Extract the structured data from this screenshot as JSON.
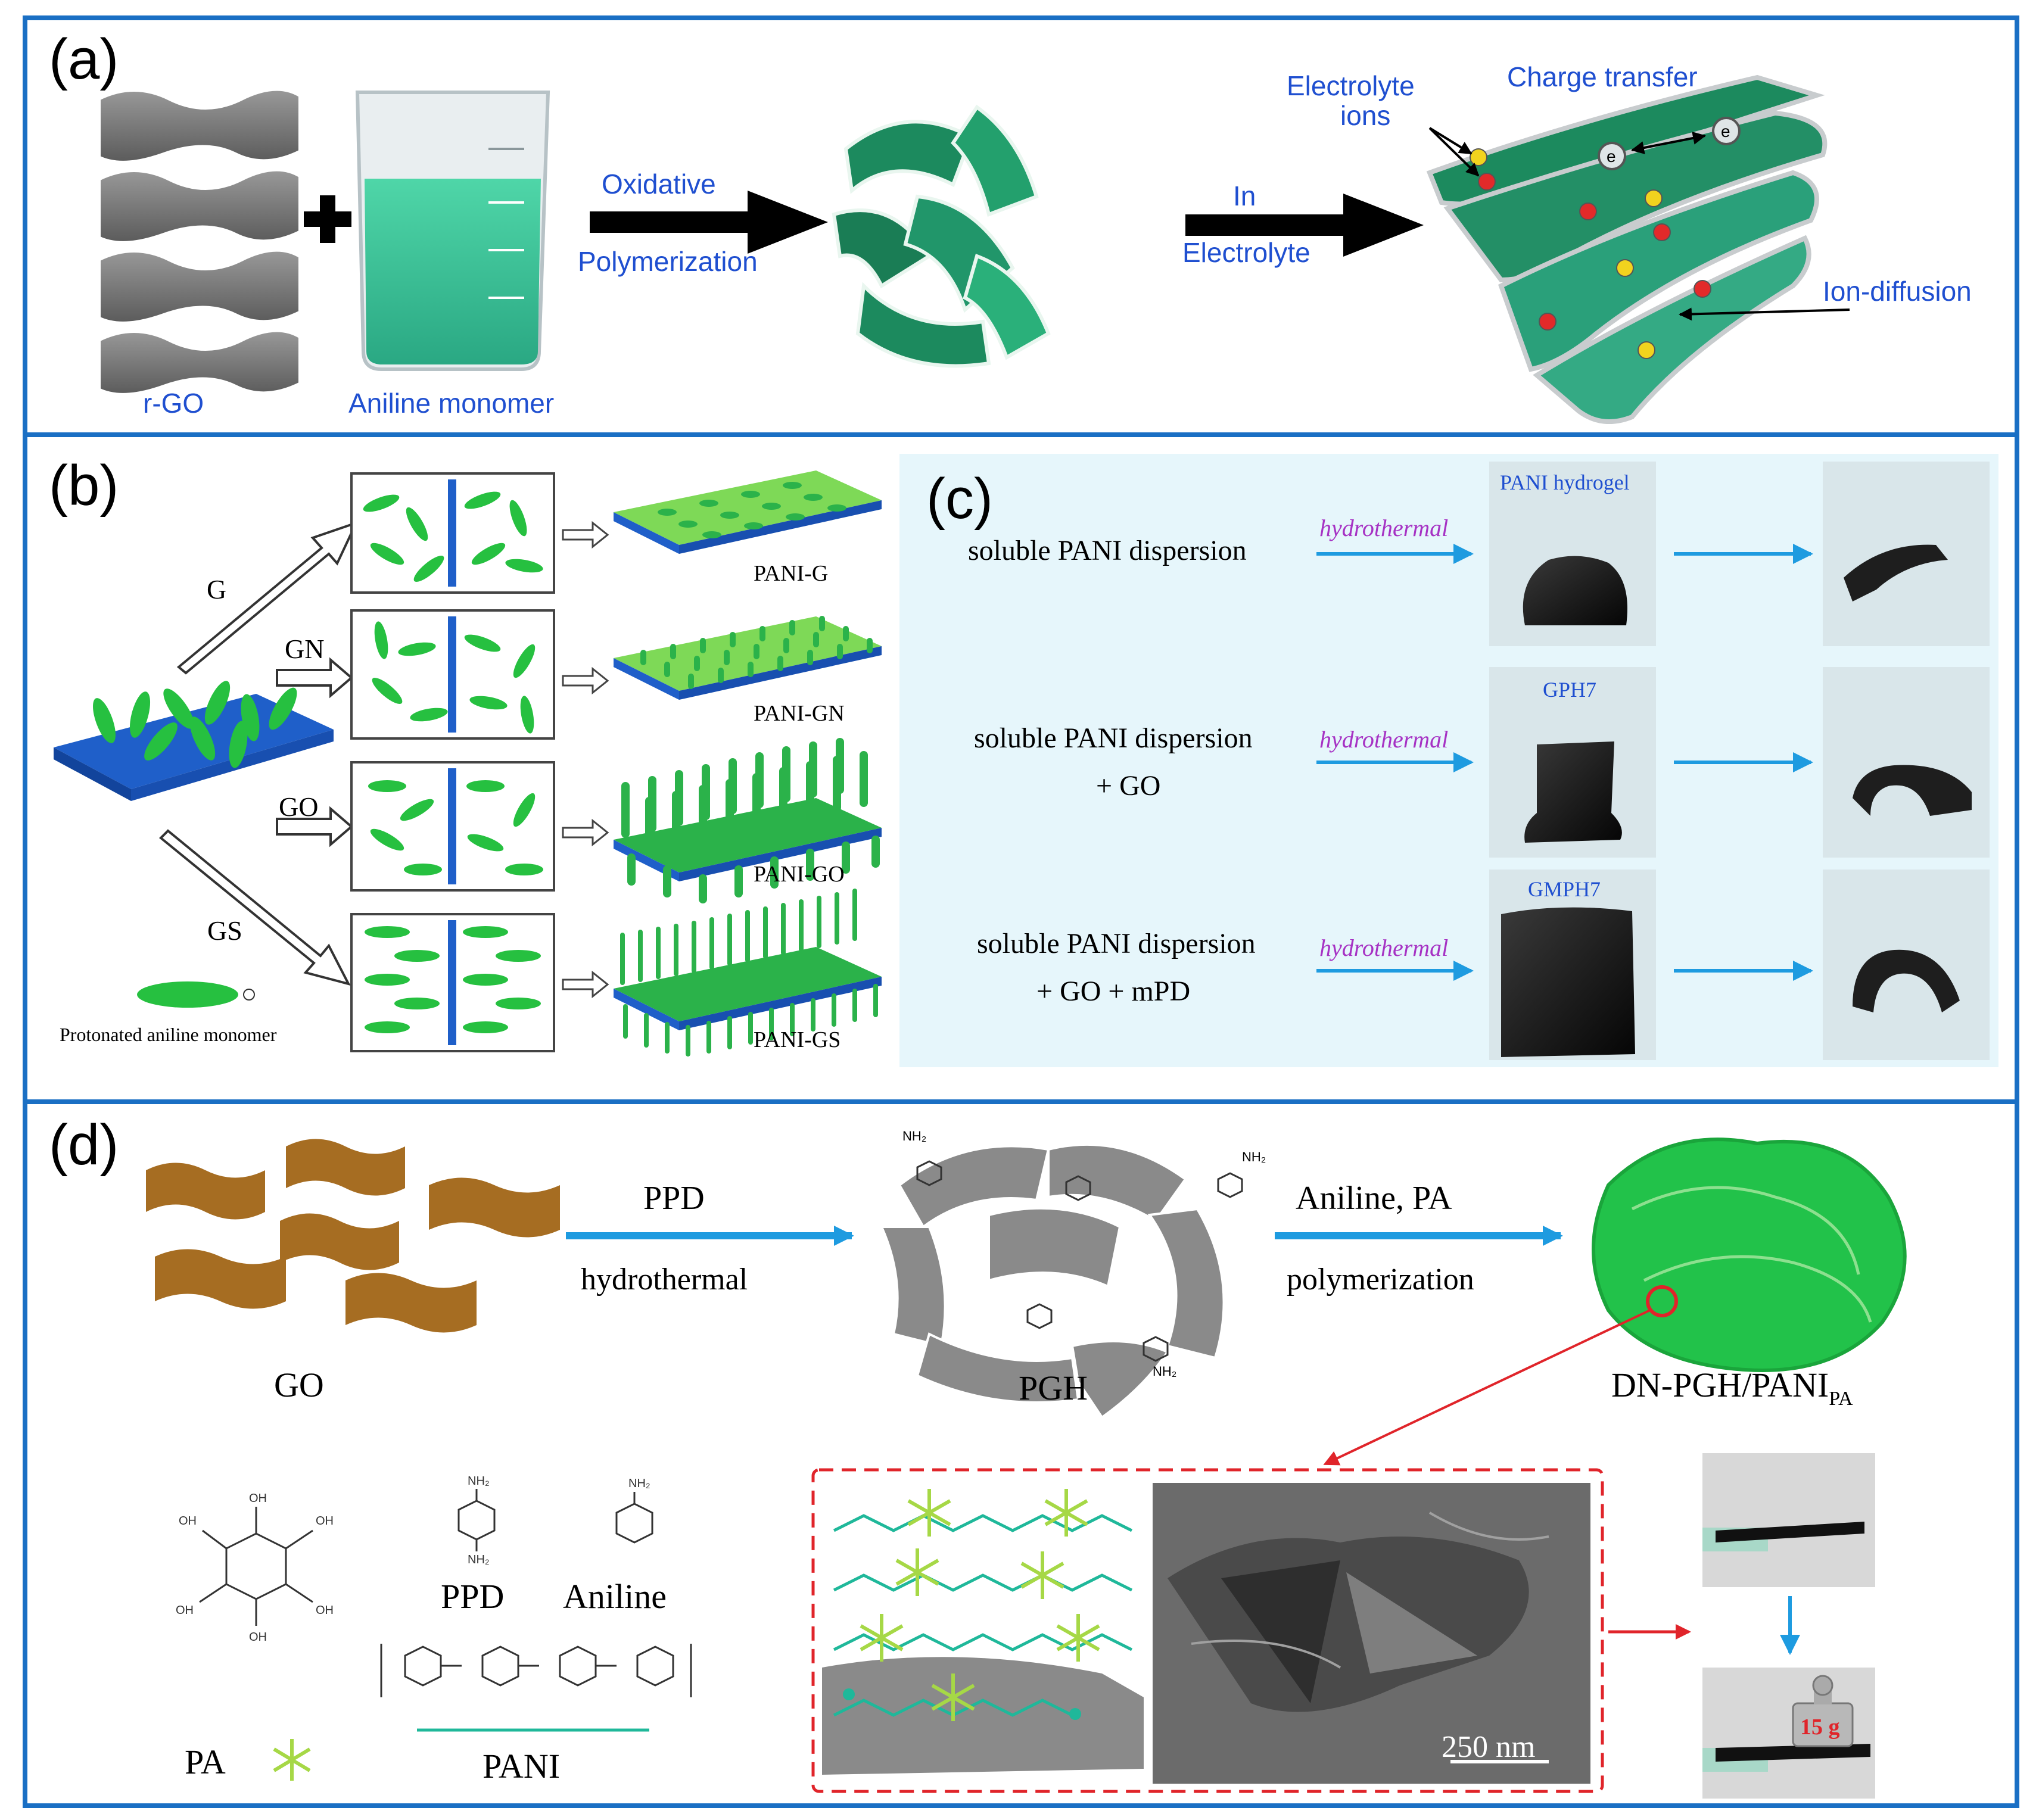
{
  "colors": {
    "frame_blue": "#1a6fc4",
    "label_blue": "#1f4fd0",
    "sheet_green": "#1c8a5e",
    "bright_green": "#22c24a",
    "go_brown": "#a66d22",
    "pgh_gray": "#8a8a8a",
    "arrow_blue": "#1e9be0",
    "hydro_purple": "#a632c4",
    "panel_c_bg": "#e6f6fb",
    "dashed_red": "#e0242a",
    "pa_yellow_green": "#a6d846"
  },
  "panel_a": {
    "label": "(a)",
    "rgo_label": "r-GO",
    "aniline_label": "Aniline monomer",
    "arrow1_top": "Oxidative",
    "arrow1_bottom": "Polymerization",
    "arrow2_top": "In",
    "arrow2_bottom": "Electrolyte",
    "electrolyte_ions_1": "Electrolyte",
    "electrolyte_ions_2": "ions",
    "charge_transfer": "Charge transfer",
    "electron_symbol": "e",
    "ion_diffusion": "Ion-diffusion"
  },
  "panel_b": {
    "label": "(b)",
    "arrow_labels": [
      "G",
      "GN",
      "GO",
      "GS"
    ],
    "products": [
      "PANI-G",
      "PANI-GN",
      "PANI-GO",
      "PANI-GS"
    ],
    "legend_text": "Protonated aniline monomer"
  },
  "panel_c": {
    "label": "(c)",
    "rows": [
      {
        "line1": "soluble PANI dispersion",
        "line2": "",
        "arrow_label": "hydrothermal",
        "product": "PANI hydrogel"
      },
      {
        "line1": "soluble PANI dispersion",
        "line2": "+ GO",
        "arrow_label": "hydrothermal",
        "product": "GPH7"
      },
      {
        "line1": "soluble PANI dispersion",
        "line2": "+ GO + mPD",
        "arrow_label": "hydrothermal",
        "product": "GMPH7"
      }
    ]
  },
  "panel_d": {
    "label": "(d)",
    "go_label": "GO",
    "arrow1_top": "PPD",
    "arrow1_bottom": "hydrothermal",
    "pgh_label": "PGH",
    "arrow2_top": "Aniline, PA",
    "arrow2_bottom": "polymerization",
    "product_main": "DN-PGH/PANI",
    "product_sub": "PA",
    "nh2": "NH₂",
    "oh": "OH",
    "pa_label": "PA",
    "ppd_label": "PPD",
    "aniline_label": "Aniline",
    "pani_label": "PANI",
    "scale_bar": "250 nm",
    "weight_label": "15 g"
  }
}
